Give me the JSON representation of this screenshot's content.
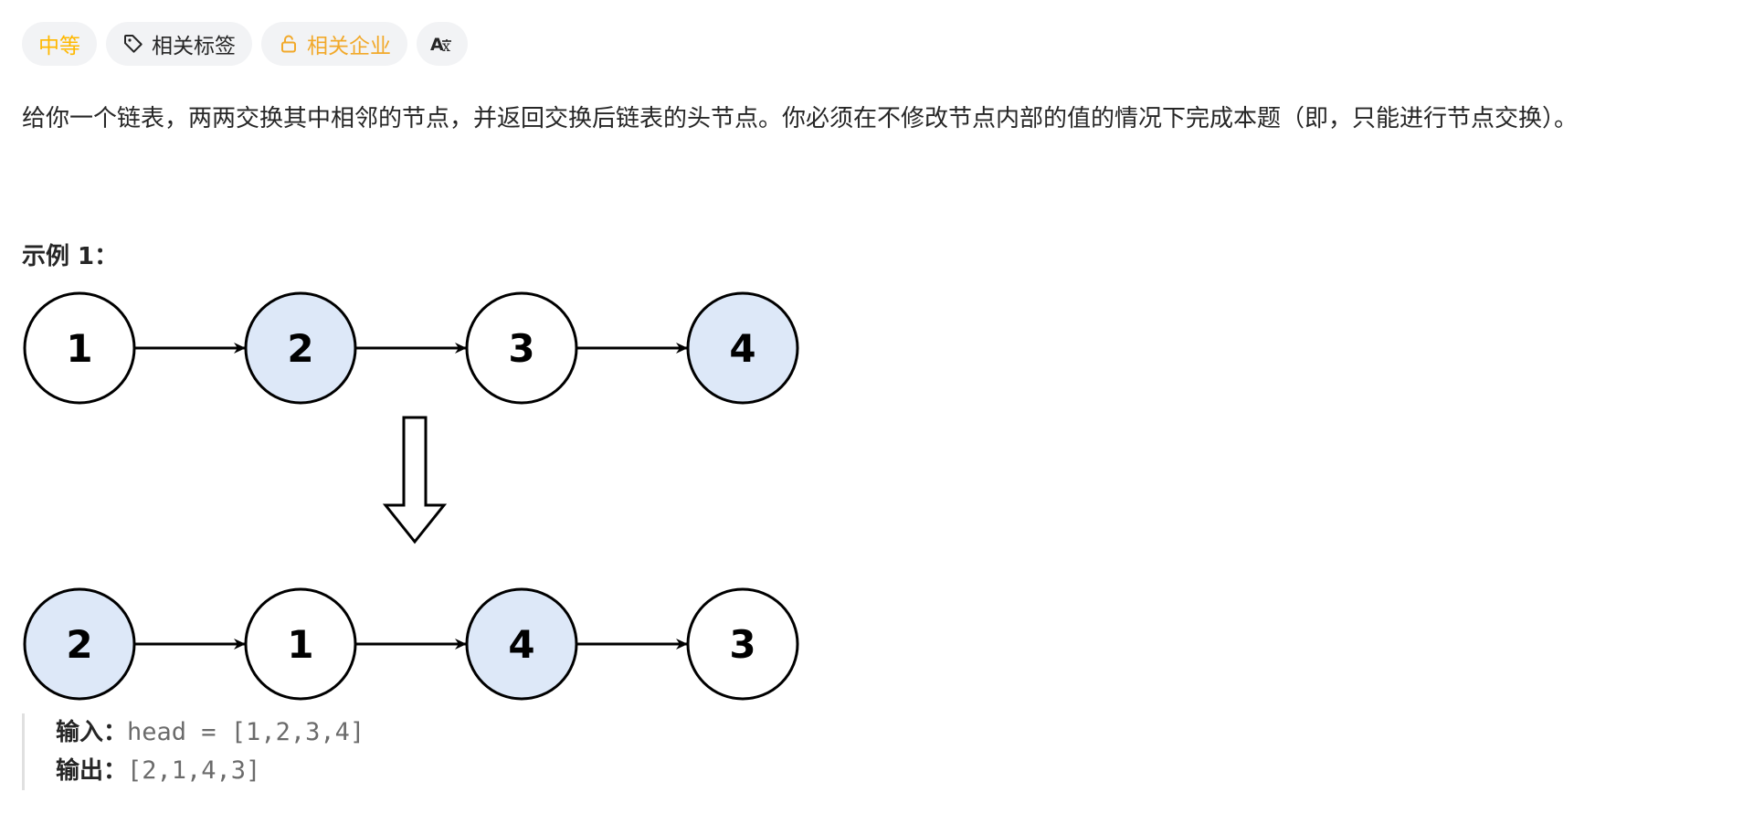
{
  "tags": {
    "difficulty": "中等",
    "related_tags": "相关标签",
    "related_companies": "相关企业",
    "translate": "Aα"
  },
  "colors": {
    "difficulty": "#ffb800",
    "company": "#f2a92a",
    "tag_bg": "#f2f3f5",
    "node_highlight": "#dde8f8",
    "node_plain": "#ffffff"
  },
  "icons": {
    "tag_icon": "tag-icon",
    "lock_icon": "lock-icon",
    "translate_icon": "translate-icon"
  },
  "description": "给你一个链表，两两交换其中相邻的节点，并返回交换后链表的头节点。你必须在不修改节点内部的值的情况下完成本题（即，只能进行节点交换）。",
  "example": {
    "title": "示例 1：",
    "diagram": {
      "before": [
        {
          "value": "1",
          "highlighted": false
        },
        {
          "value": "2",
          "highlighted": true
        },
        {
          "value": "3",
          "highlighted": false
        },
        {
          "value": "4",
          "highlighted": true
        }
      ],
      "after": [
        {
          "value": "2",
          "highlighted": true
        },
        {
          "value": "1",
          "highlighted": false
        },
        {
          "value": "4",
          "highlighted": true
        },
        {
          "value": "3",
          "highlighted": false
        }
      ]
    },
    "input_label": "输入：",
    "input_value": "head = [1,2,3,4]",
    "output_label": "输出：",
    "output_value": "[2,1,4,3]"
  }
}
